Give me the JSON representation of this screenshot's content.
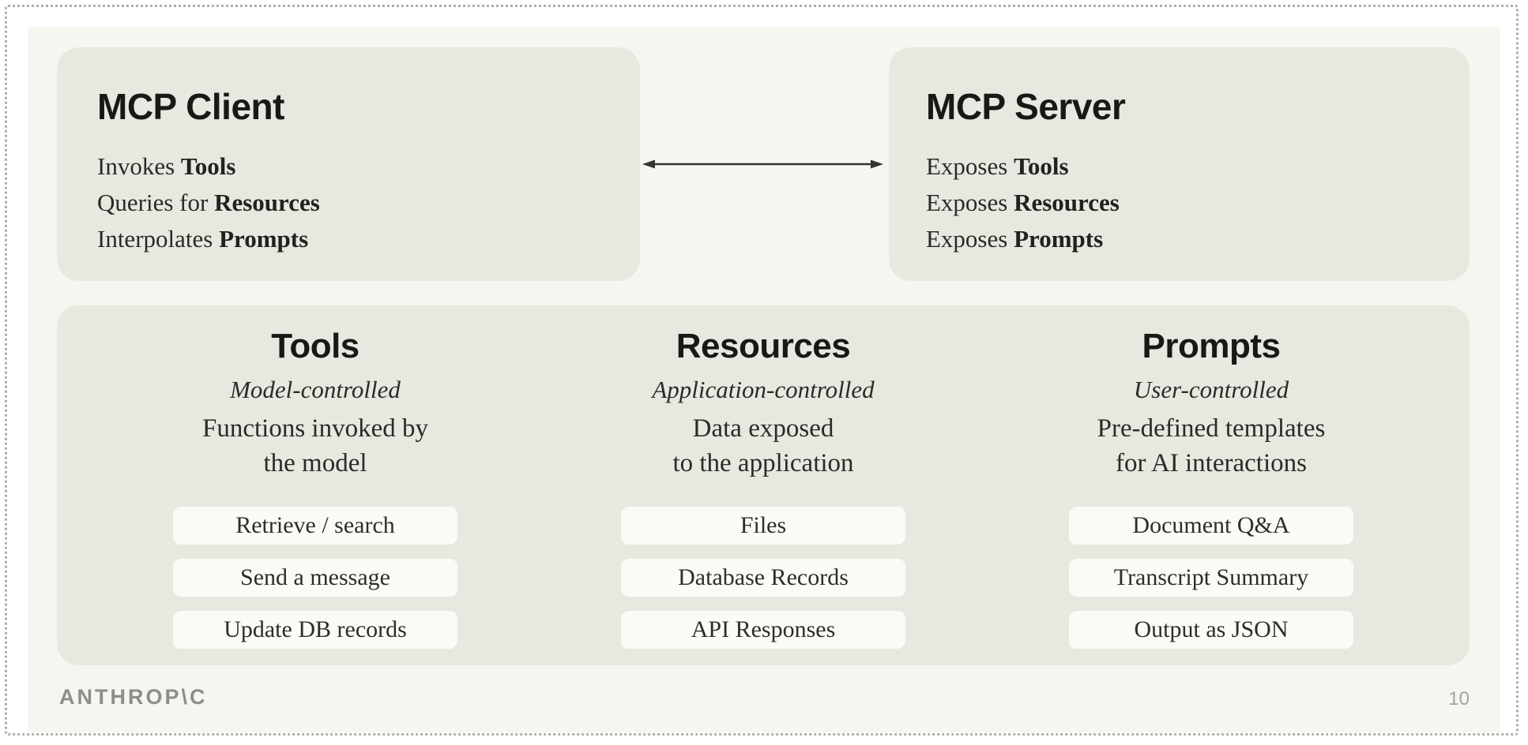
{
  "client_box": {
    "title": "MCP Client",
    "lines": [
      {
        "prefix": "Invokes ",
        "bold": "Tools"
      },
      {
        "prefix": "Queries for ",
        "bold": "Resources"
      },
      {
        "prefix": "Interpolates ",
        "bold": "Prompts"
      }
    ]
  },
  "server_box": {
    "title": "MCP Server",
    "lines": [
      {
        "prefix": "Exposes ",
        "bold": "Tools"
      },
      {
        "prefix": "Exposes ",
        "bold": "Resources"
      },
      {
        "prefix": "Exposes ",
        "bold": "Prompts"
      }
    ]
  },
  "arrow": {
    "name": "bidirectional-arrow"
  },
  "columns": [
    {
      "title": "Tools",
      "subtitle": "Model-controlled",
      "desc_line1": "Functions invoked by",
      "desc_line2": "the model",
      "pills": [
        "Retrieve / search",
        "Send a message",
        "Update DB records"
      ]
    },
    {
      "title": "Resources",
      "subtitle": "Application-controlled",
      "desc_line1": "Data exposed",
      "desc_line2": "to the application",
      "pills": [
        "Files",
        "Database Records",
        "API Responses"
      ]
    },
    {
      "title": "Prompts",
      "subtitle": "User-controlled",
      "desc_line1": "Pre-defined templates",
      "desc_line2": "for AI interactions",
      "pills": [
        "Document Q&A",
        "Transcript Summary",
        "Output as JSON"
      ]
    }
  ],
  "footer": {
    "brand": "ANTHROP\\C",
    "page_number": "10"
  },
  "colors": {
    "slide_background": "#f6f5ef",
    "box_background": "#e8e7e0",
    "pill_background": "#fbfaf7",
    "title_text": "#191816",
    "body_text": "#2b2a26",
    "footer_text": "#8f8d88",
    "arrow": "#333330",
    "dotted_border": "#b0aea8"
  }
}
